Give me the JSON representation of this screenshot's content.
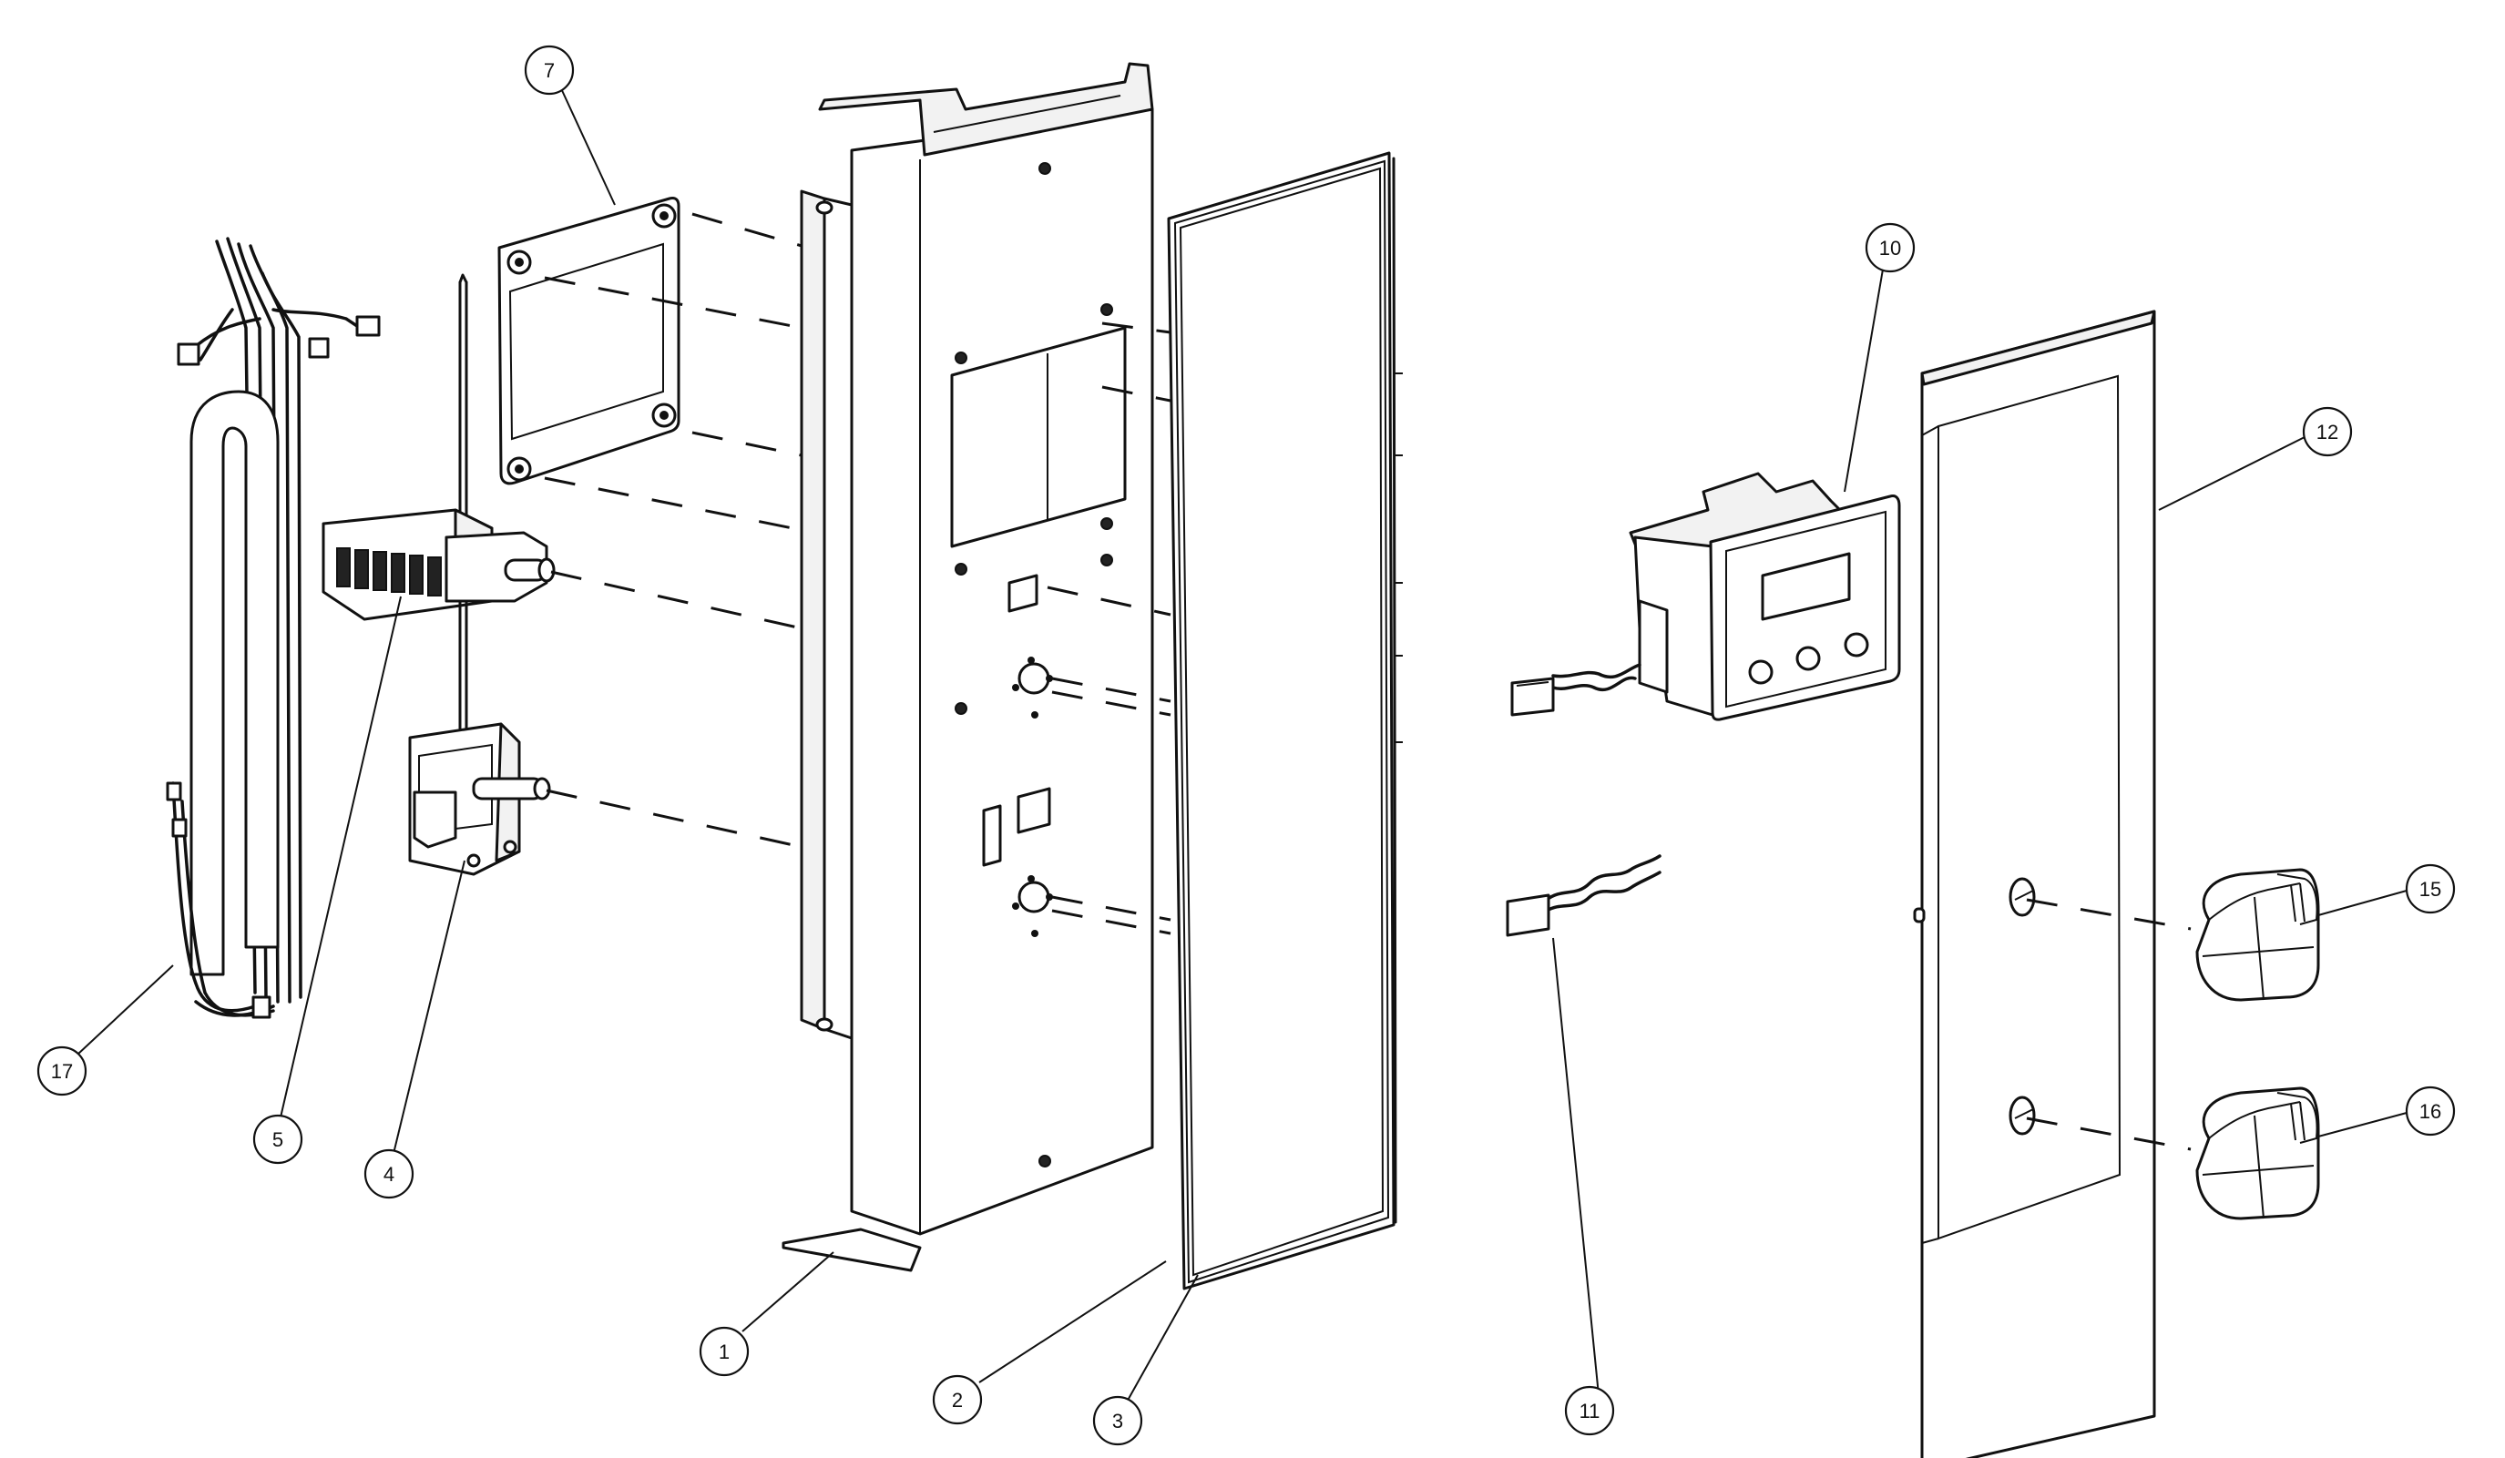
{
  "callouts": [
    {
      "label": "7"
    },
    {
      "label": "10"
    },
    {
      "label": "12"
    },
    {
      "label": "15"
    },
    {
      "label": "16"
    },
    {
      "label": "17"
    },
    {
      "label": "5"
    },
    {
      "label": "4"
    },
    {
      "label": "1"
    },
    {
      "label": "2"
    },
    {
      "label": "3"
    },
    {
      "label": "11"
    }
  ]
}
